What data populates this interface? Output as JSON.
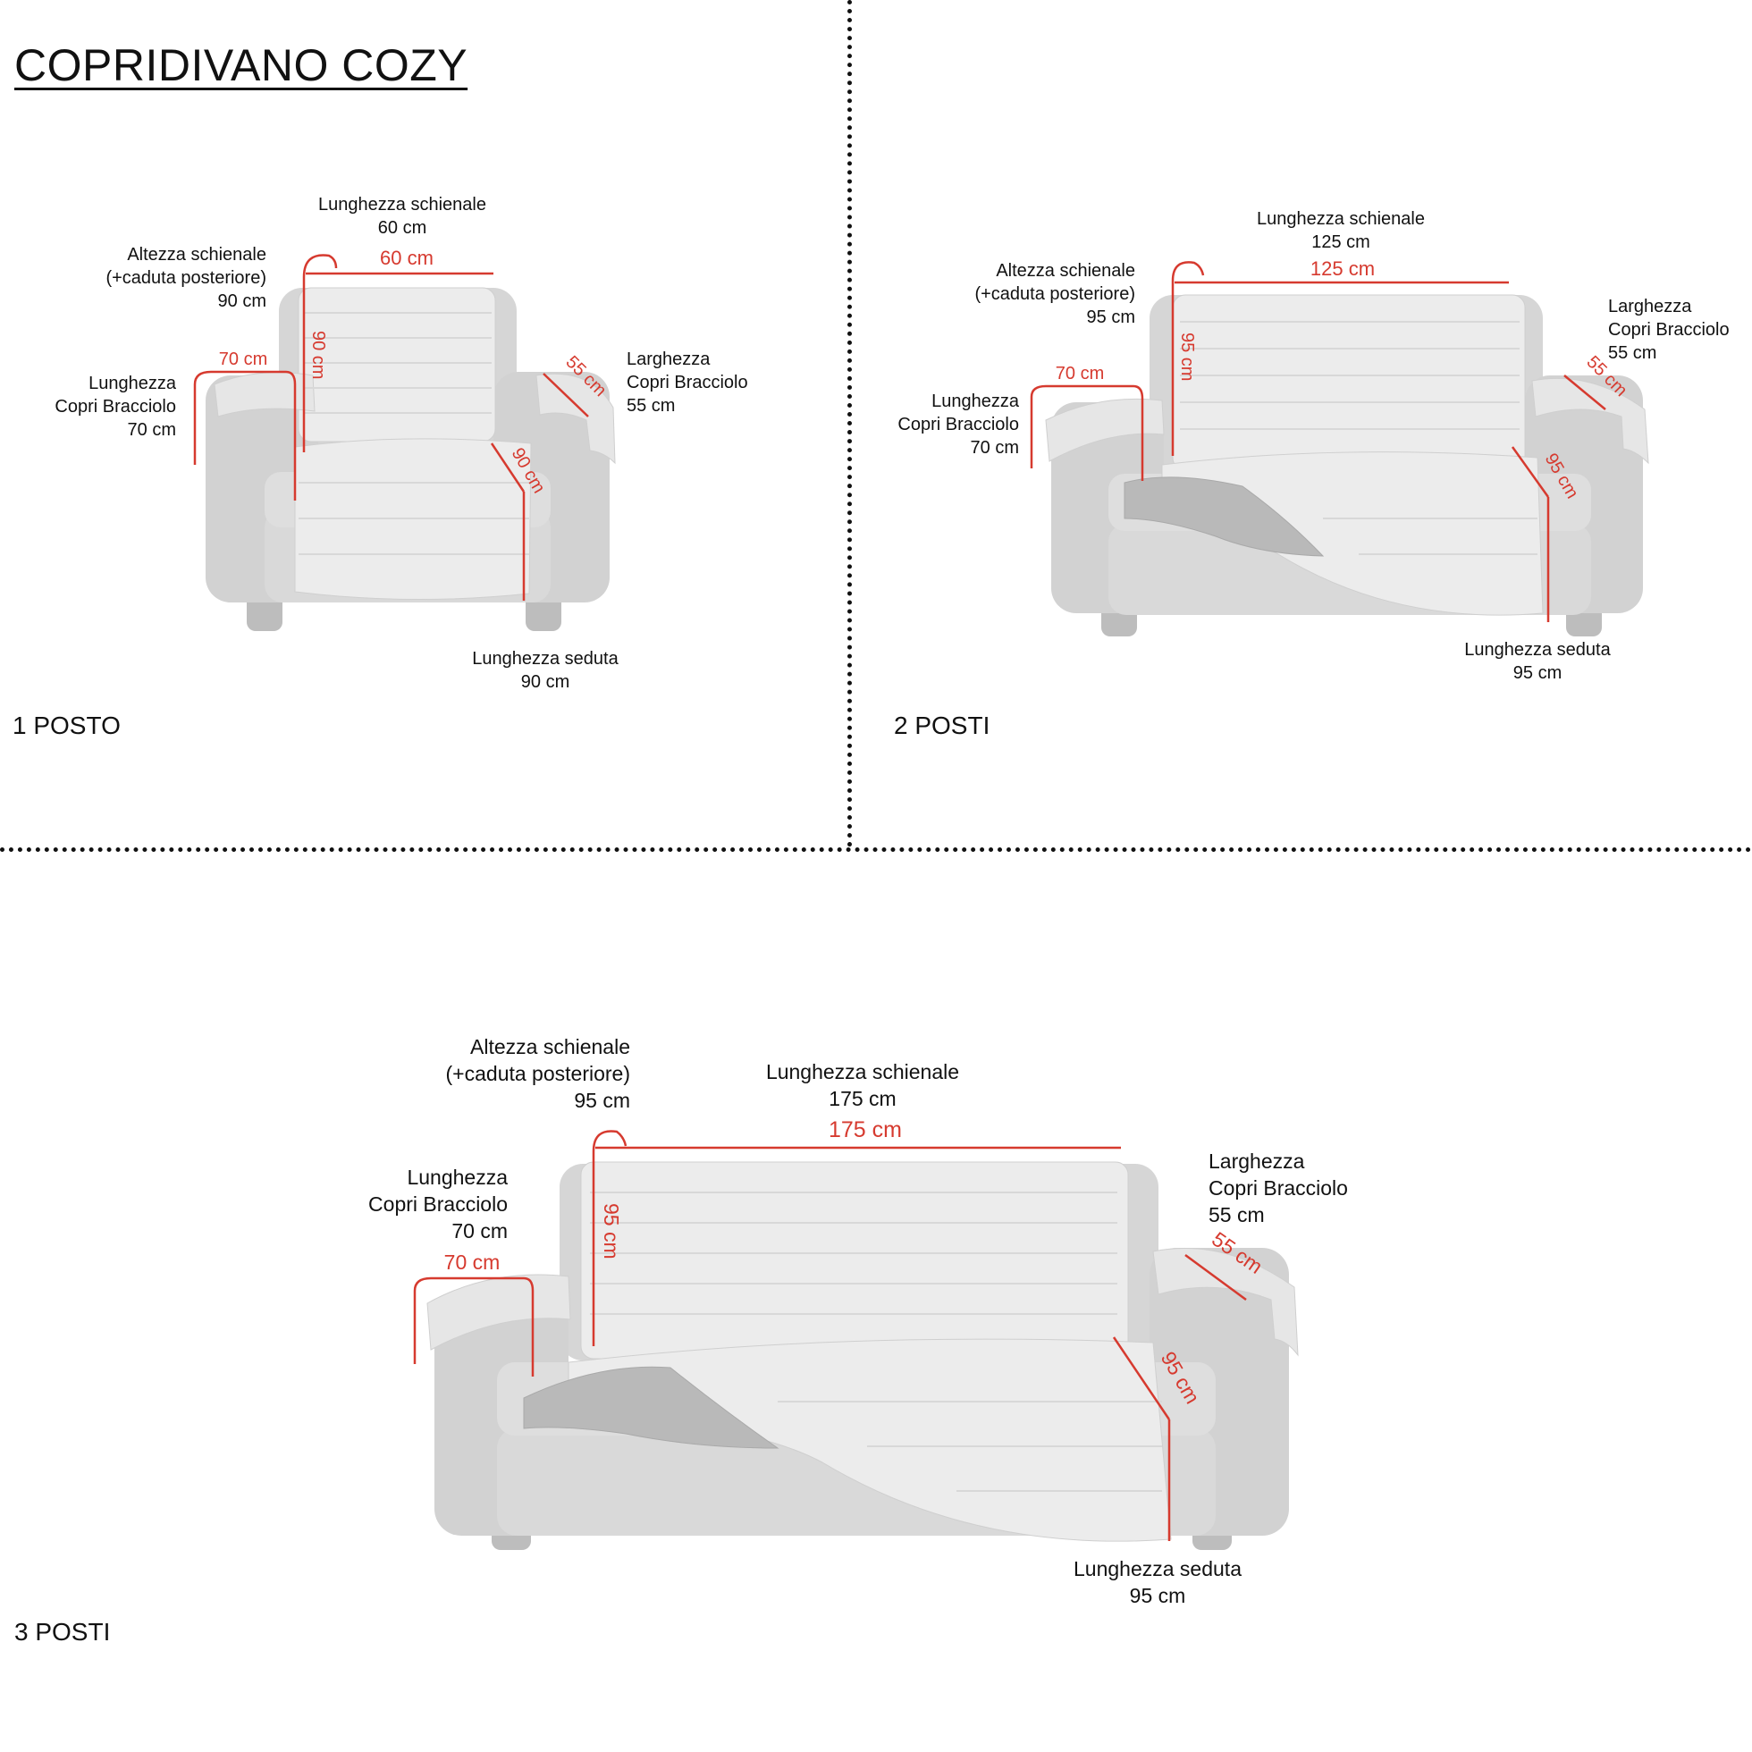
{
  "title": "COPRIDIVANO COZY",
  "colors": {
    "accent": "#d63a2f",
    "sofa": "#d9d9d9",
    "cover": "#ececec",
    "liner": "#b9b9b9"
  },
  "sections": [
    {
      "name": "1 POSTO",
      "labels": {
        "back_length": {
          "title": "Lunghezza schienale",
          "value": "60 cm"
        },
        "back_height": {
          "title": "Altezza schienale",
          "subtitle": "(+caduta posteriore)",
          "value": "90 cm"
        },
        "armrest_length": {
          "title": "Lunghezza",
          "subtitle": "Copri Bracciolo",
          "value": "70 cm"
        },
        "armrest_width": {
          "title": "Larghezza",
          "subtitle": "Copri Bracciolo",
          "value": "55 cm"
        },
        "seat_length": {
          "title": "Lunghezza seduta",
          "value": "90 cm"
        }
      },
      "dims": {
        "back_length": "60 cm",
        "back_height": "90 cm",
        "armrest_length": "70 cm",
        "armrest_width": "55 cm",
        "seat_length": "90 cm"
      }
    },
    {
      "name": "2 POSTI",
      "labels": {
        "back_length": {
          "title": "Lunghezza schienale",
          "value": "125 cm"
        },
        "back_height": {
          "title": "Altezza schienale",
          "subtitle": "(+caduta posteriore)",
          "value": "95 cm"
        },
        "armrest_length": {
          "title": "Lunghezza",
          "subtitle": "Copri Bracciolo",
          "value": "70 cm"
        },
        "armrest_width": {
          "title": "Larghezza",
          "subtitle": "Copri Bracciolo",
          "value": "55 cm"
        },
        "seat_length": {
          "title": "Lunghezza seduta",
          "value": "95 cm"
        }
      },
      "dims": {
        "back_length": "125 cm",
        "back_height": "95 cm",
        "armrest_length": "70 cm",
        "armrest_width": "55 cm",
        "seat_length": "95 cm"
      }
    },
    {
      "name": "3 POSTI",
      "labels": {
        "back_length": {
          "title": "Lunghezza schienale",
          "value": "175 cm"
        },
        "back_height": {
          "title": "Altezza schienale",
          "subtitle": "(+caduta posteriore)",
          "value": "95 cm"
        },
        "armrest_length": {
          "title": "Lunghezza",
          "subtitle": "Copri Bracciolo",
          "value": "70 cm"
        },
        "armrest_width": {
          "title": "Larghezza",
          "subtitle": "Copri Bracciolo",
          "value": "55 cm"
        },
        "seat_length": {
          "title": "Lunghezza seduta",
          "value": "95 cm"
        }
      },
      "dims": {
        "back_length": "175 cm",
        "back_height": "95 cm",
        "armrest_length": "70 cm",
        "armrest_width": "55 cm",
        "seat_length": "95 cm"
      }
    }
  ]
}
